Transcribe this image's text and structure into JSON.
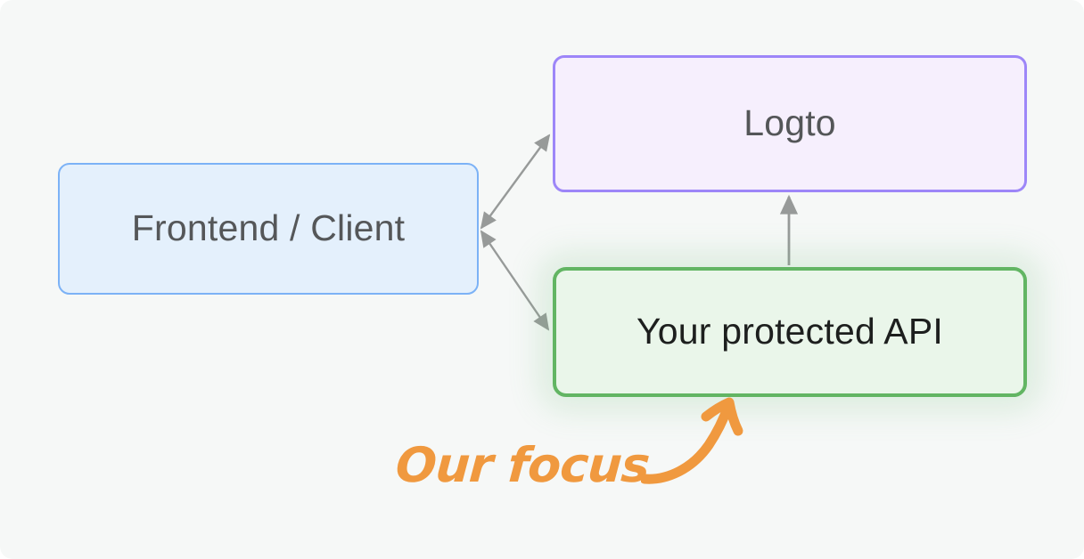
{
  "diagram": {
    "background_color": "#f6f8f7",
    "nodes": [
      {
        "id": "frontend",
        "label": "Frontend / Client",
        "fill": "#e4f0fc",
        "stroke": "#7cb2f6",
        "text_color": "#555759",
        "emphasis": false
      },
      {
        "id": "logto",
        "label": "Logto",
        "fill": "#f6effd",
        "stroke": "#9d86f8",
        "text_color": "#545658",
        "emphasis": false
      },
      {
        "id": "api",
        "label": "Your protected API",
        "fill": "#eaf6ea",
        "stroke": "#62b563",
        "text_color": "#1d1f1e",
        "emphasis": true
      }
    ],
    "edges": [
      {
        "id": "frontend-logto",
        "from": "frontend",
        "to": "logto",
        "direction": "bidirectional",
        "color": "#979a99"
      },
      {
        "id": "frontend-api",
        "from": "frontend",
        "to": "api",
        "direction": "bidirectional",
        "color": "#979a99"
      },
      {
        "id": "api-logto",
        "from": "api",
        "to": "logto",
        "direction": "forward",
        "color": "#979a99"
      }
    ],
    "annotation": {
      "text": "Our focus",
      "color": "#f0993f",
      "points_to": "api",
      "arrow_style": "hand-drawn-curved"
    }
  }
}
